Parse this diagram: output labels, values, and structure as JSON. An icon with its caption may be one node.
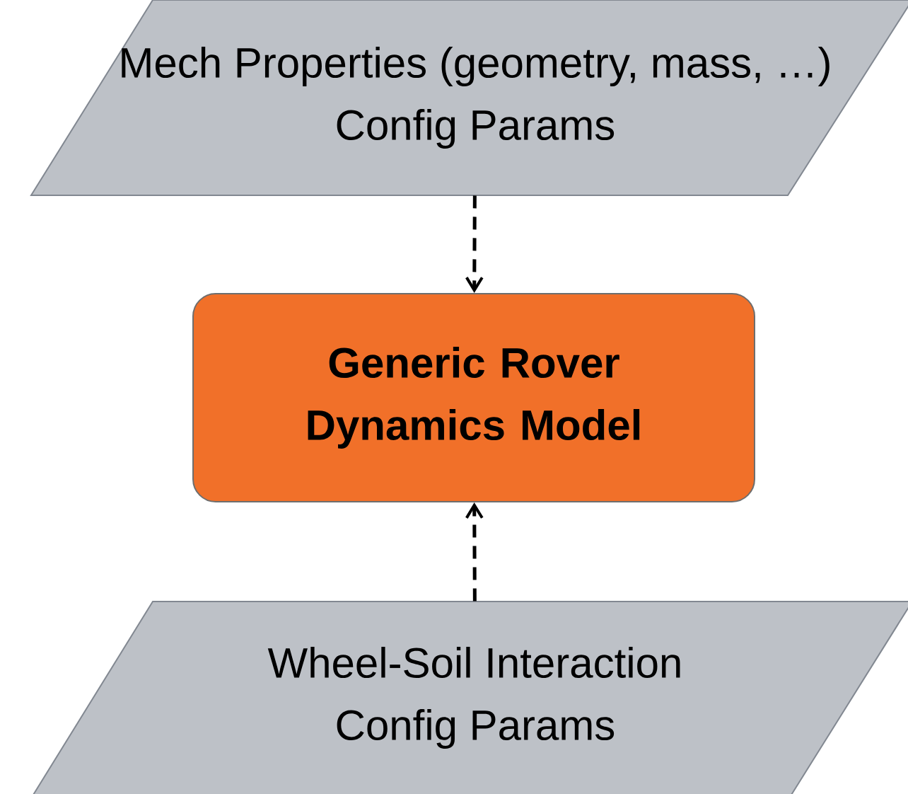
{
  "diagram": {
    "nodes": [
      {
        "text": [
          "Mech Properties (geometry, mass, …)",
          "Config Params"
        ]
      },
      {
        "text": [
          "**Generic Rover Dynamics Model**"
        ]
      },
      {
        "text": [
          "Wheel-Soil Interaction",
          "Config Params"
        ]
      }
    ],
    "edges": [
      {
        "from": 0,
        "to": 1,
        "arrow": "to",
        "style": "dashed"
      },
      {
        "from": 2,
        "to": 1,
        "arrow": "to",
        "style": "dashed"
      }
    ]
  }
}
